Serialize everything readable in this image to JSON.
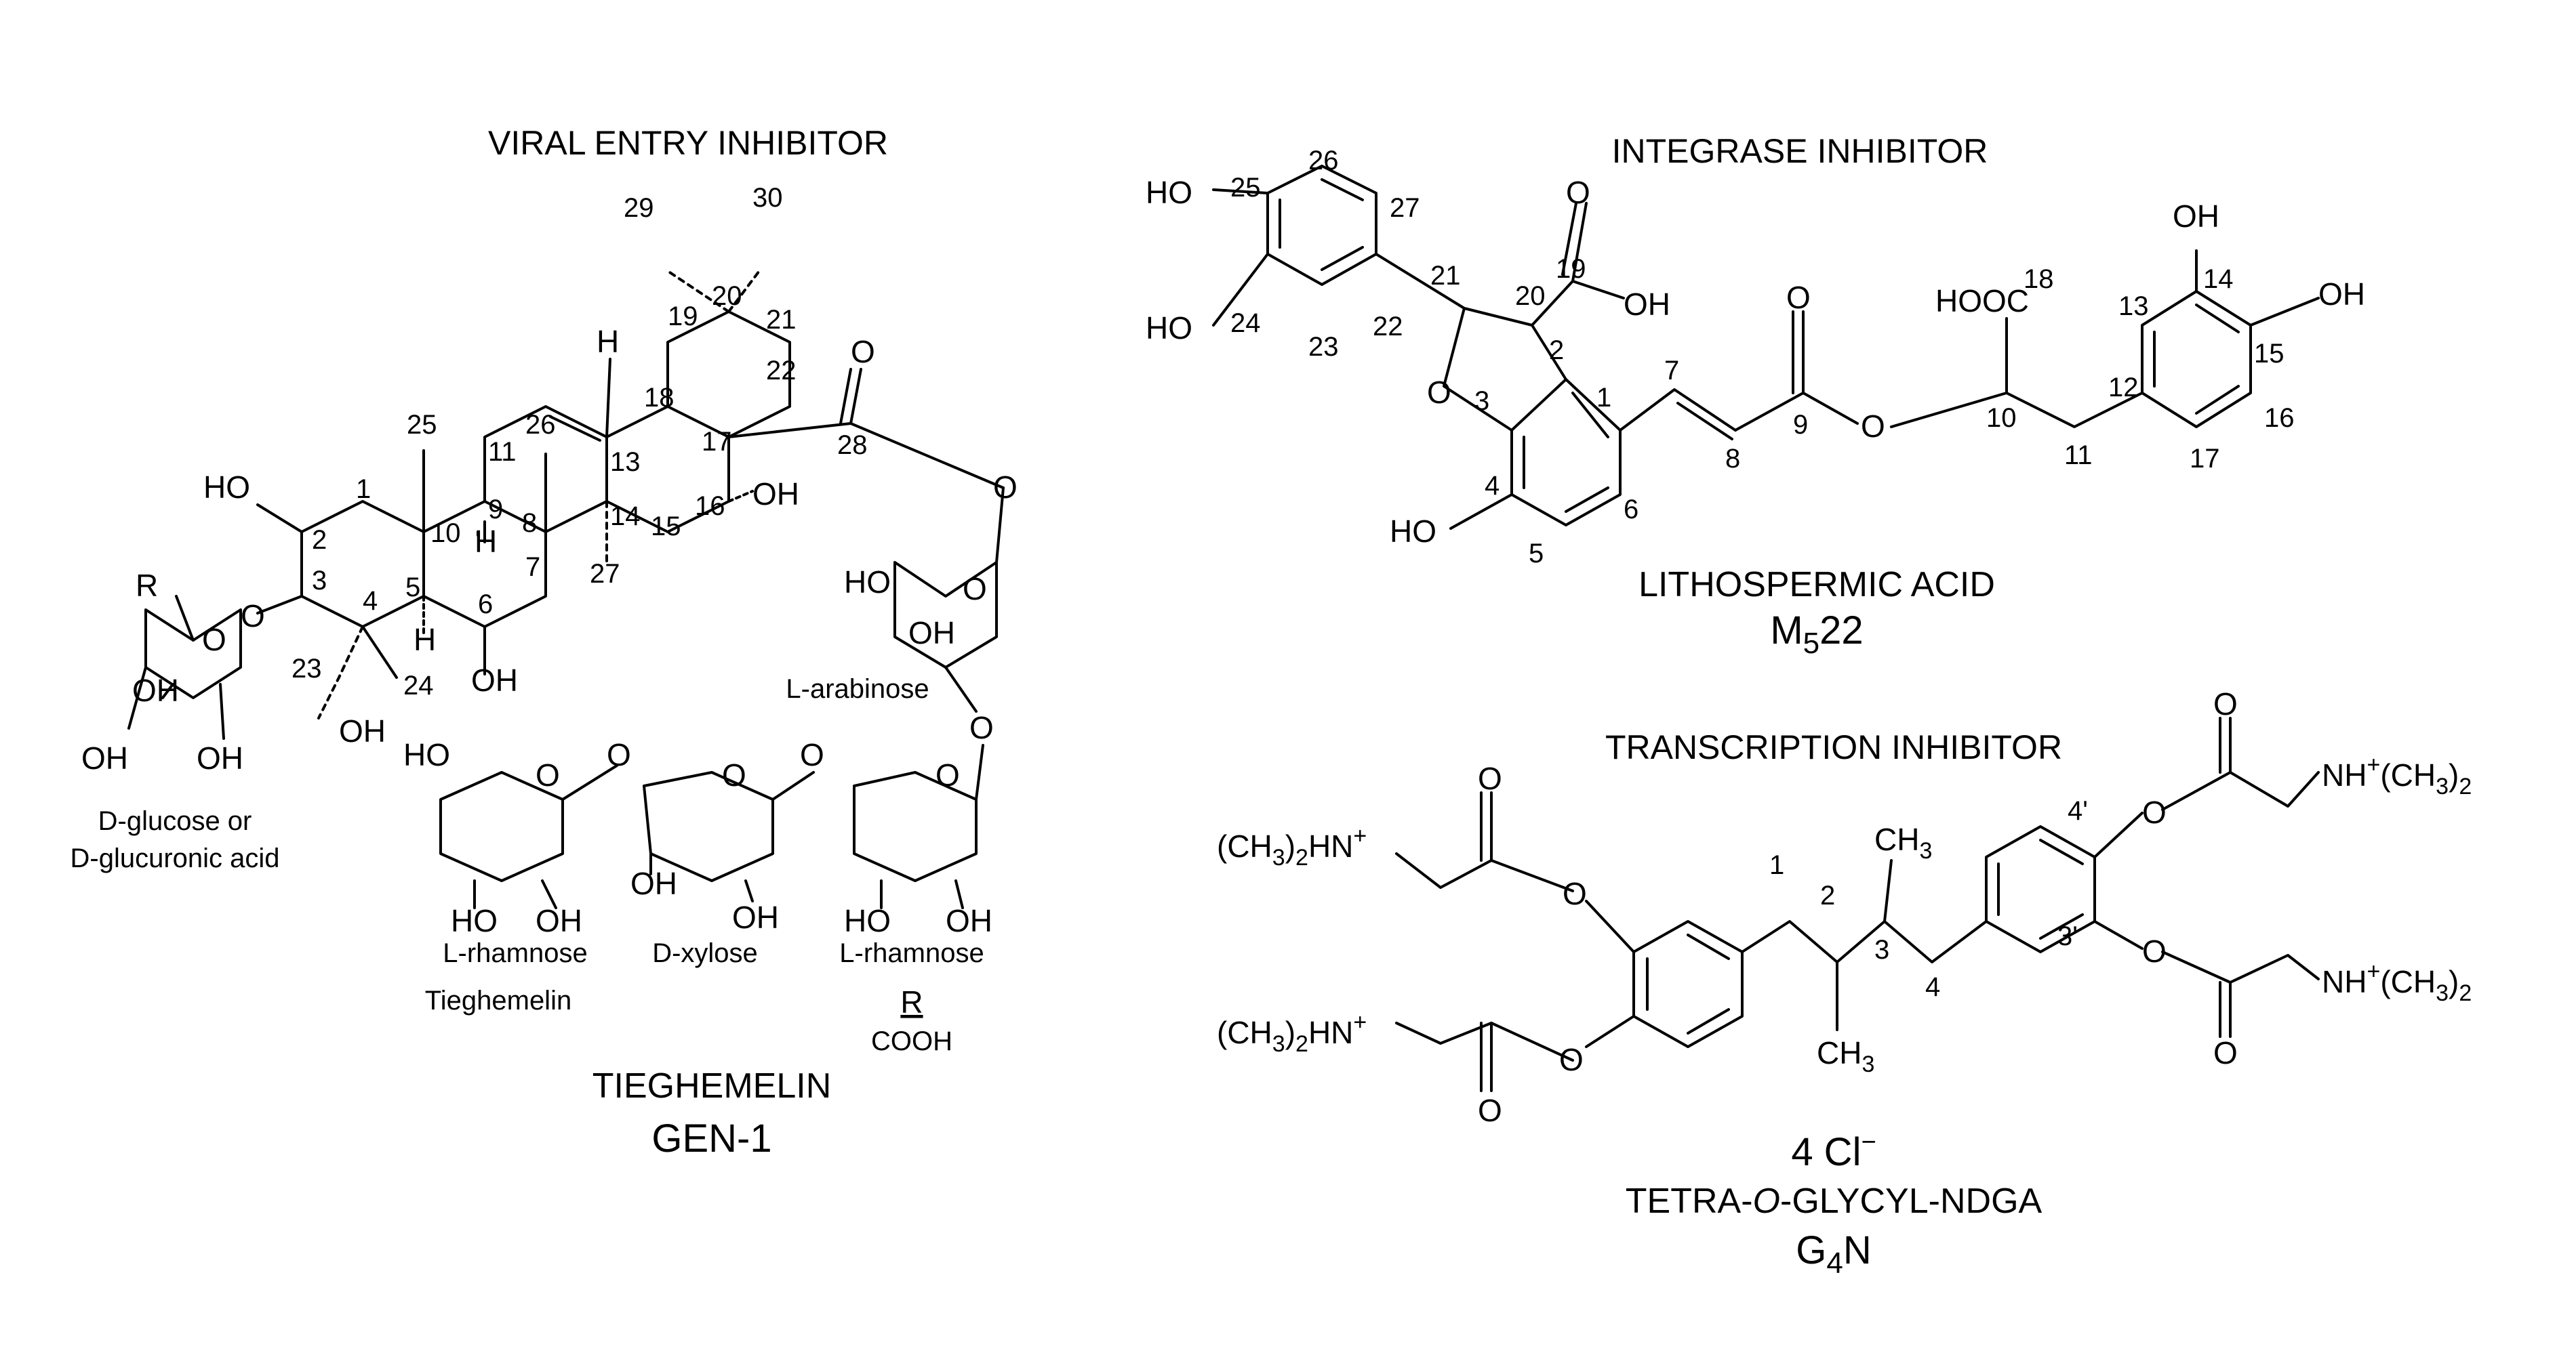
{
  "panels": {
    "viral_entry": {
      "header": "VIRAL ENTRY INHIBITOR",
      "compound_name": "TIEGHEMELIN",
      "compound_code": "GEN-1",
      "sugar_labels": {
        "glucose": "D-glucose or",
        "glucuronic": "D-glucuronic acid",
        "arabinose": "L-arabinose",
        "rhamnose1": "L-rhamnose",
        "xylose": "D-xylose",
        "rhamnose2": "L-rhamnose",
        "tieghemelin": "Tieghemelin",
        "r_key": "R",
        "r_value": "COOH"
      },
      "atom_labels": {
        "ho2": "HO",
        "ho16": "OH",
        "oh6": "OH",
        "oh23": "OH",
        "h18": "H",
        "h9": "H",
        "h5": "H",
        "o_glc": "O",
        "r": "R",
        "o28": "O",
        "o_link": "O",
        "o_ara_rha": "O",
        "glc_oh1": "OH",
        "glc_oh2": "OH",
        "glc_oh3": "OH",
        "glc_ring_o": "O",
        "ara_ho": "HO",
        "ara_oh": "OH",
        "ara_ring_o": "O",
        "rha1_ho": "HO",
        "rha1_ho2": "HO",
        "rha1_oh": "OH",
        "rha1_ring_o": "O",
        "link_o1": "O",
        "xyl_ring_o": "O",
        "xyl_oh1": "OH",
        "xyl_oh2": "OH",
        "link_o2": "O",
        "rha2_ring_o": "O",
        "rha2_ho": "HO",
        "rha2_oh": "OH"
      },
      "locants": [
        "1",
        "2",
        "3",
        "4",
        "5",
        "6",
        "7",
        "8",
        "9",
        "10",
        "11",
        "13",
        "14",
        "15",
        "16",
        "17",
        "18",
        "19",
        "20",
        "21",
        "22",
        "23",
        "24",
        "25",
        "26",
        "27",
        "28",
        "29",
        "30"
      ]
    },
    "integrase": {
      "header": "INTEGRASE INHIBITOR",
      "compound_name": "LITHOSPERMIC ACID",
      "compound_code_main": "M",
      "compound_code_sub": "5",
      "compound_code_tail": "22",
      "atom_labels": {
        "ho25": "HO",
        "ho24": "HO",
        "o_ring": "O",
        "o_acid": "O",
        "oh_acid": "OH",
        "ho4": "HO",
        "o_ester_carbonyl": "O",
        "o_ester": "O",
        "hooc": "HOOC",
        "oh14": "OH",
        "oh15": "OH"
      },
      "locants": [
        "1",
        "2",
        "3",
        "4",
        "5",
        "6",
        "7",
        "8",
        "9",
        "10",
        "11",
        "12",
        "13",
        "14",
        "15",
        "16",
        "17",
        "18",
        "19",
        "20",
        "21",
        "22",
        "23",
        "24",
        "25",
        "26",
        "27"
      ]
    },
    "transcription": {
      "header": "TRANSCRIPTION INHIBITOR",
      "counterion": "4 Cl",
      "counterion_sup": "−",
      "compound_name_pre": "TETRA-",
      "compound_name_italic": "O",
      "compound_name_post": "-GLYCYL-NDGA",
      "compound_code_main": "G",
      "compound_code_sub": "4",
      "compound_code_tail": "N",
      "atom_labels": {
        "amine_paren": "(CH",
        "amine_sub": "3",
        "amine_tail": ")",
        "amine_sub2": "2",
        "amine_hn": "HN",
        "amine_plus": "+",
        "nh": "NH",
        "ch3": "CH",
        "ch3_sub": "3",
        "o": "O"
      },
      "locants": [
        "1",
        "2",
        "3",
        "4",
        "4'",
        "3'"
      ]
    }
  },
  "colors": {
    "ink": "#000000",
    "background": "#ffffff"
  }
}
